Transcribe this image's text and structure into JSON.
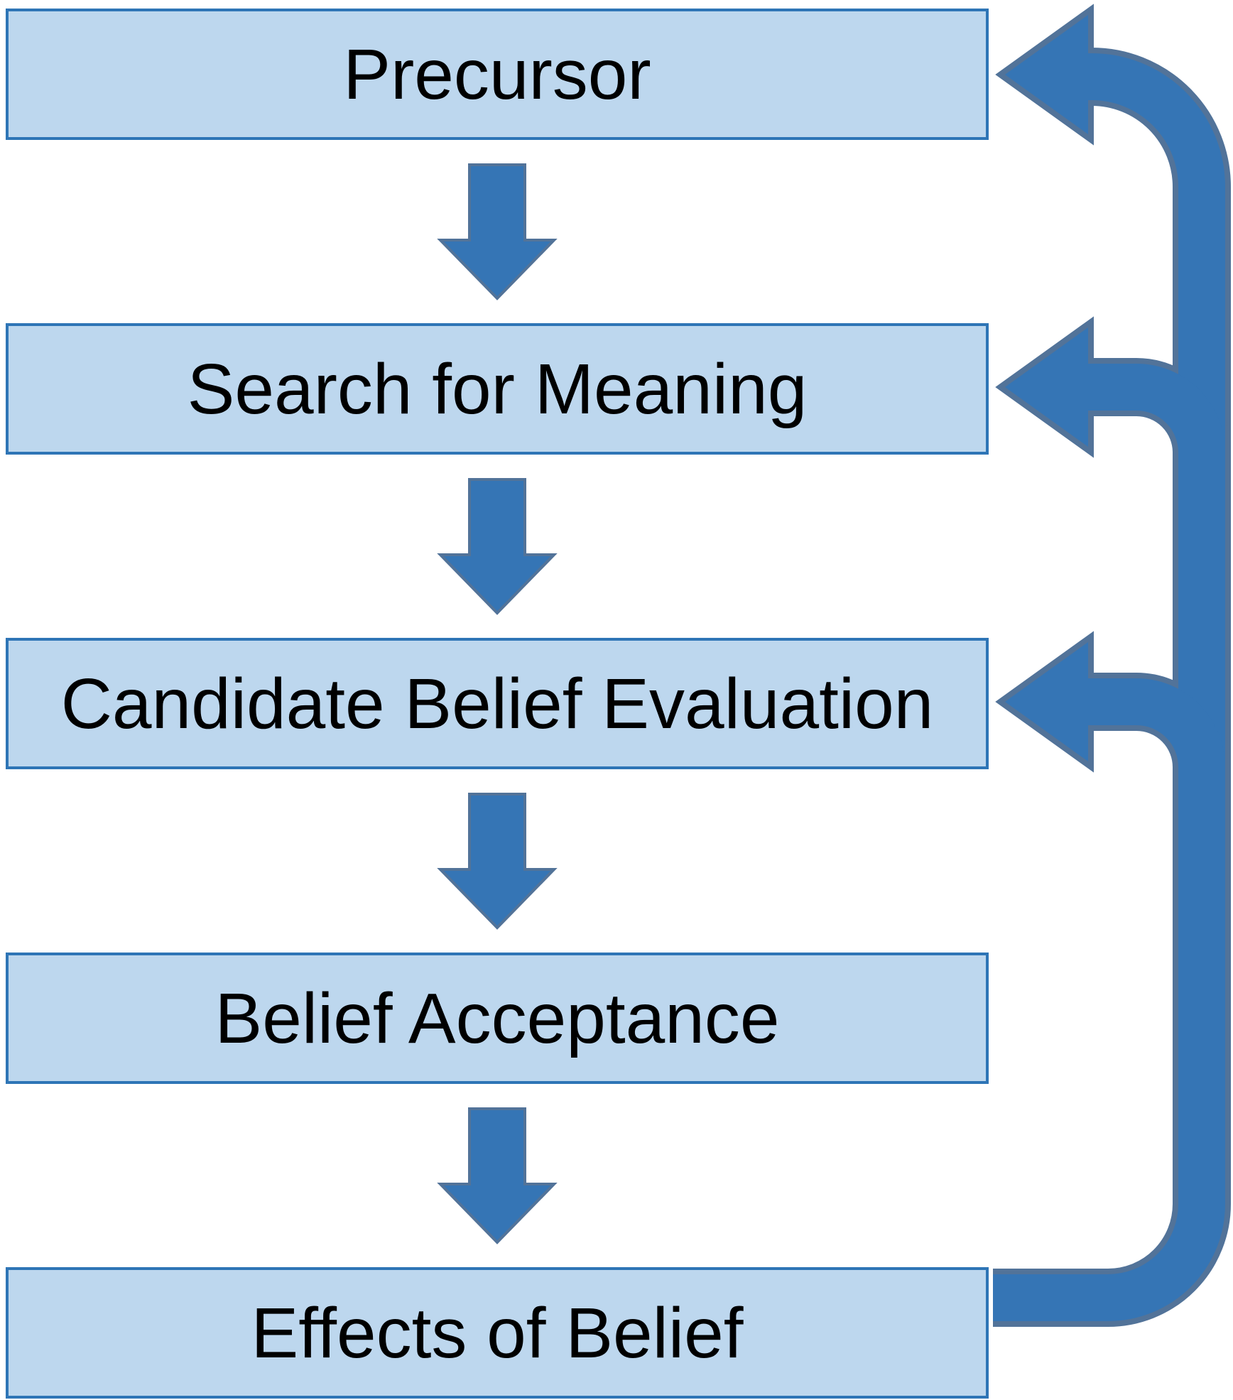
{
  "diagram": {
    "nodes": [
      {
        "id": "precursor",
        "label": "Precursor"
      },
      {
        "id": "search-for-meaning",
        "label": "Search for Meaning"
      },
      {
        "id": "candidate-belief-evaluation",
        "label": "Candidate Belief Evaluation"
      },
      {
        "id": "belief-acceptance",
        "label": "Belief Acceptance"
      },
      {
        "id": "effects-of-belief",
        "label": "Effects of Belief"
      }
    ],
    "forward_edges": [
      {
        "from": "Precursor",
        "to": "Search for Meaning"
      },
      {
        "from": "Search for Meaning",
        "to": "Candidate Belief Evaluation"
      },
      {
        "from": "Candidate Belief Evaluation",
        "to": "Belief Acceptance"
      },
      {
        "from": "Belief Acceptance",
        "to": "Effects of Belief"
      }
    ],
    "feedback_edges": [
      {
        "from": "Effects of Belief",
        "to": "Precursor"
      },
      {
        "from": "Effects of Belief",
        "to": "Search for Meaning"
      },
      {
        "from": "Effects of Belief",
        "to": "Candidate Belief Evaluation"
      }
    ]
  },
  "colors": {
    "background": "#ffffff",
    "box_fill": "#bdd7ee",
    "box_border": "#2e75b6",
    "arrow_fill": "#3575b5",
    "arrow_outline": "#527399",
    "text": "#000000"
  }
}
